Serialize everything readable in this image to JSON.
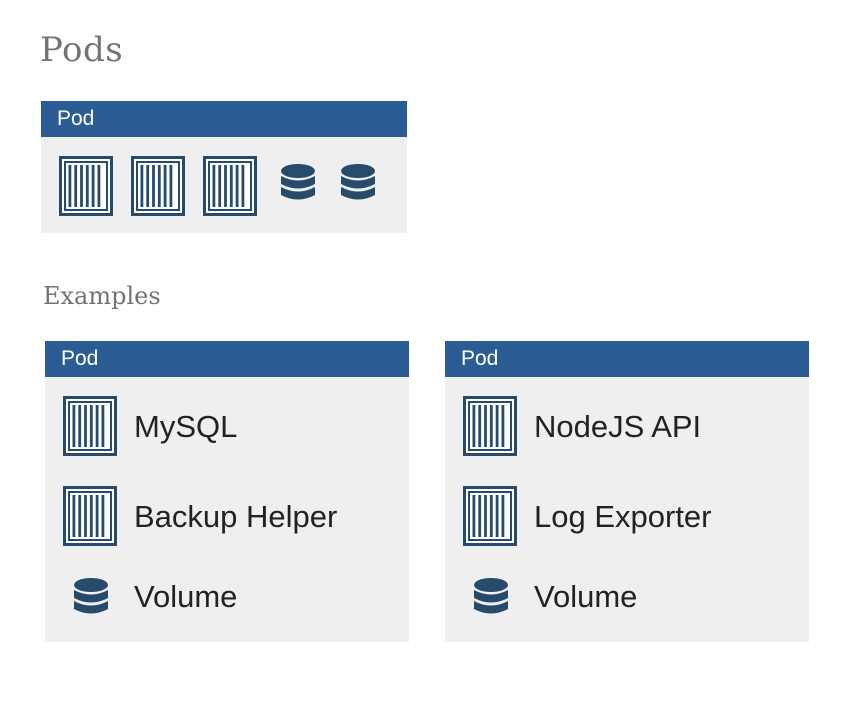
{
  "title": "Pods",
  "examples_title": "Examples",
  "colors": {
    "header": "#2b5d94",
    "icon": "#264b6b",
    "box_background": "#efefef",
    "title_text": "#737373"
  },
  "main_pod": {
    "header": "Pod",
    "icons": [
      "container-icon",
      "container-icon",
      "container-icon",
      "database-icon",
      "database-icon"
    ]
  },
  "examples": [
    {
      "header": "Pod",
      "items": [
        {
          "icon": "container-icon",
          "label": "MySQL"
        },
        {
          "icon": "container-icon",
          "label": "Backup Helper"
        },
        {
          "icon": "database-icon",
          "label": "Volume"
        }
      ]
    },
    {
      "header": "Pod",
      "items": [
        {
          "icon": "container-icon",
          "label": "NodeJS API"
        },
        {
          "icon": "container-icon",
          "label": "Log Exporter"
        },
        {
          "icon": "database-icon",
          "label": "Volume"
        }
      ]
    }
  ]
}
